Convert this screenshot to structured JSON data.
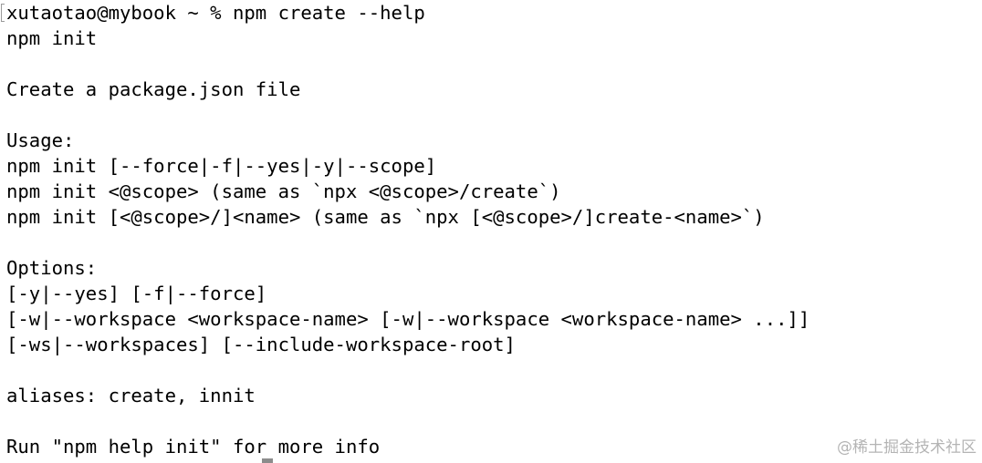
{
  "terminal": {
    "lines": [
      "xutaotao@mybook ~ % npm create --help",
      "npm init",
      "",
      "Create a package.json file",
      "",
      "Usage:",
      "npm init [--force|-f|--yes|-y|--scope]",
      "npm init <@scope> (same as `npx <@scope>/create`)",
      "npm init [<@scope>/]<name> (same as `npx [<@scope>/]create-<name>`)",
      "",
      "Options:",
      "[-y|--yes] [-f|--force]",
      "[-w|--workspace <workspace-name> [-w|--workspace <workspace-name> ...]]",
      "[-ws|--workspaces] [--include-workspace-root]",
      "",
      "aliases: create, innit",
      "",
      "Run \"npm help init\" for more info"
    ]
  },
  "watermark": {
    "text": "@稀土掘金技术社区"
  }
}
